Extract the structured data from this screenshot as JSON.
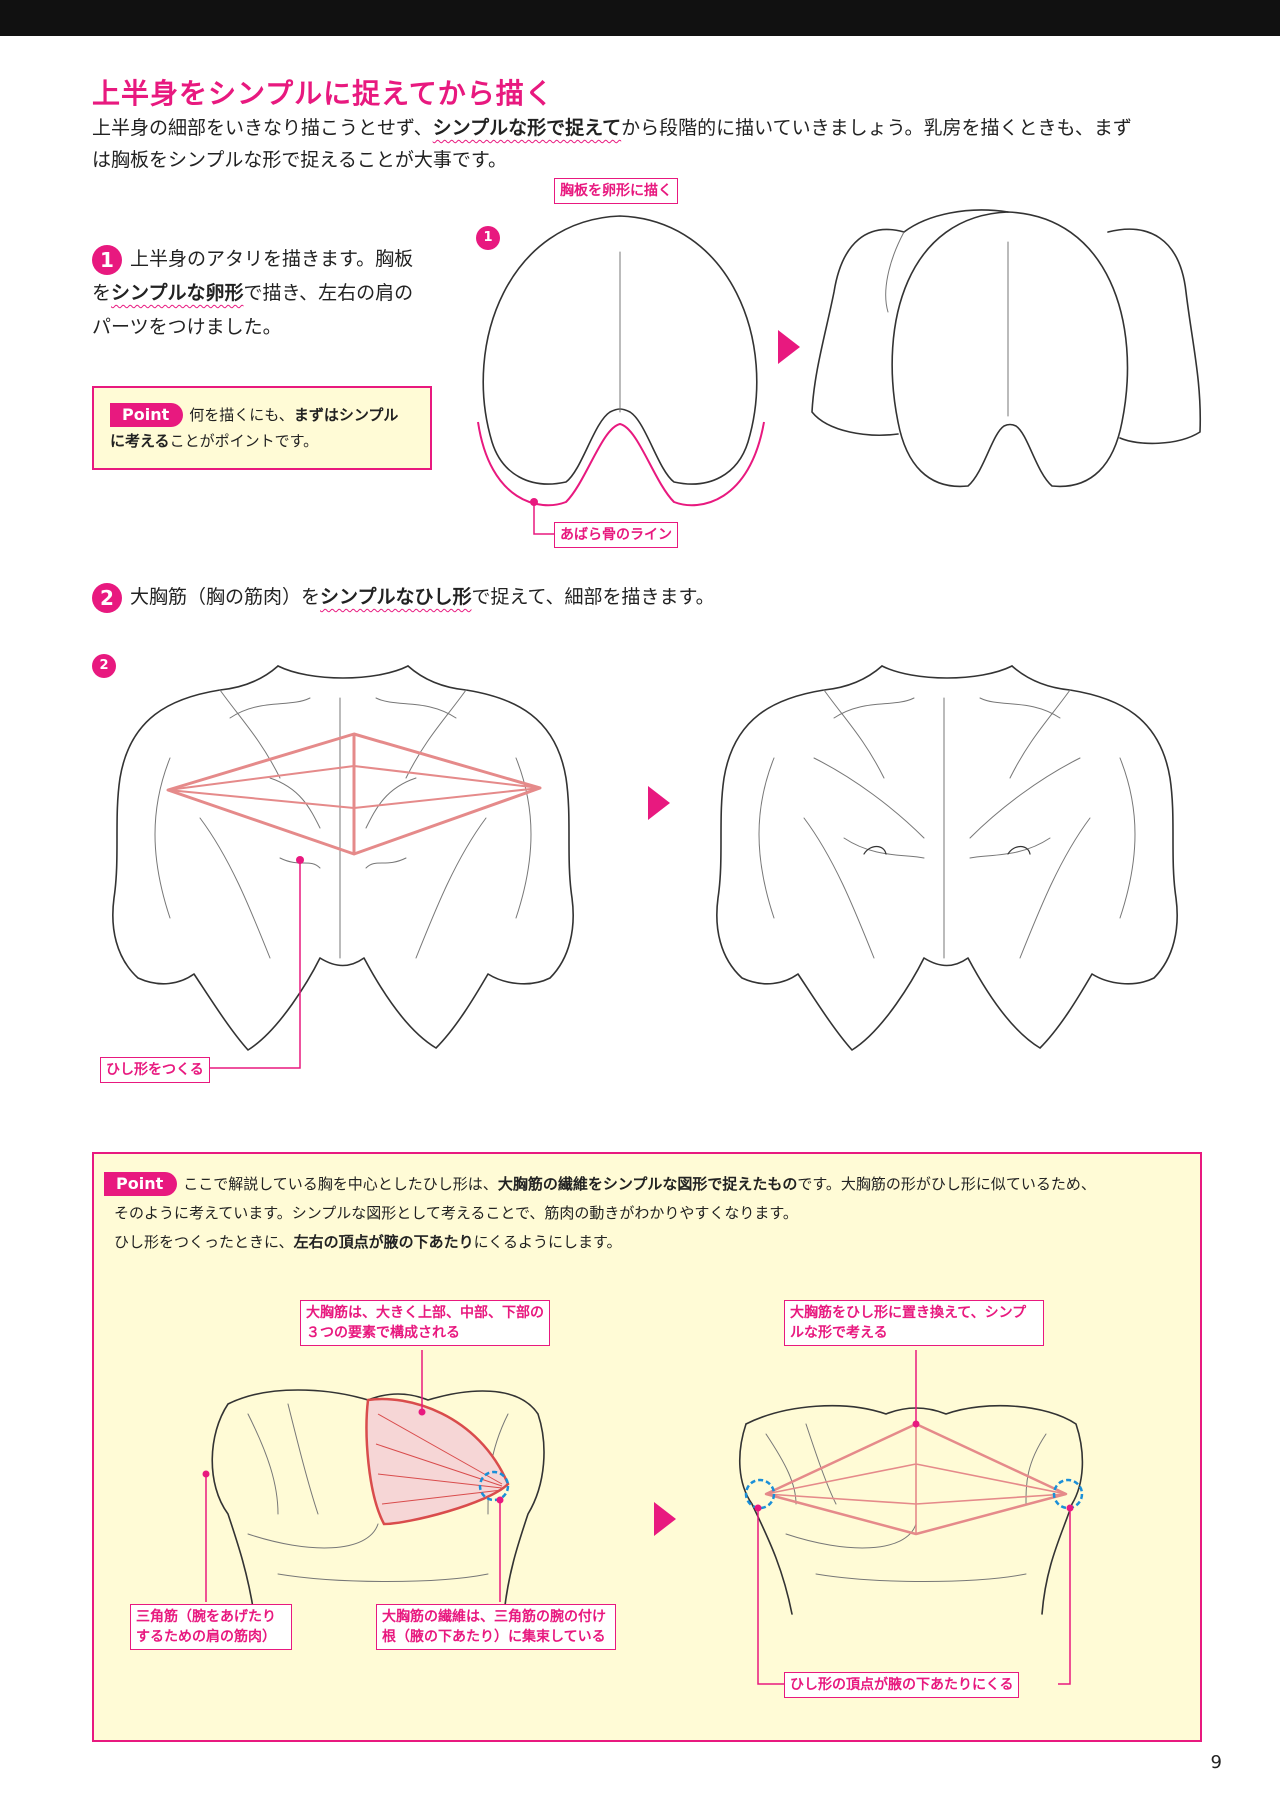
{
  "title": "上半身をシンプルに捉えてから描く",
  "intro": {
    "p1": "上半身の細部をいきなり描こうとせず、",
    "p1_bold": "シンプルな形で捉えて",
    "p1_rest": "から段階的に描いていきましょう。乳房を描くときも、まず",
    "p2": "は胸板をシンプルな形で捉えることが大事です。"
  },
  "step1": {
    "number": "1",
    "a": "上半身のアタリを描きます。胸板",
    "b": "を",
    "b_bold": "シンプルな卵形",
    "b_rest": "で描き、左右の肩の",
    "c": "パーツをつけました。"
  },
  "point1": {
    "tag": "Point",
    "a": "何を描くにも、",
    "a_bold": "まずはシンプル",
    "b_bold": "に考える",
    "b_rest": "ことがポイントです。"
  },
  "labels": {
    "egg": "胸板を卵形に描く",
    "rib": "あばら骨のライン",
    "diamond": "ひし形をつくる",
    "pec_parts": "大胸筋は、大きく上部、中部、下部の３つの要素で構成される",
    "replace": "大胸筋をひし形に置き換えて、シンプルな形で考える",
    "deltoid": "三角筋（腕をあげたりするための肩の筋肉）",
    "fibers": "大胸筋の繊維は、三角筋の腕の付け根（腋の下あたり）に集束している",
    "vertex": "ひし形の頂点が腋の下あたりにくる"
  },
  "badges": {
    "fig1": "1",
    "fig2": "2"
  },
  "step2": {
    "number": "2",
    "a": "大胸筋（胸の筋肉）を",
    "a_bold": "シンプルなひし形",
    "a_rest": "で捉えて、細部を描きます。"
  },
  "point2": {
    "tag": "Point",
    "a": "ここで解説している胸を中心としたひし形は、",
    "a_bold": "大胸筋の繊維をシンプルな図形で捉えたもの",
    "a_rest": "です。大胸筋の形がひし形に似ているため、",
    "b": "そのように考えています。シンプルな図形として考えることで、筋肉の動きがわかりやすくなります。",
    "c": "ひし形をつくったときに、",
    "c_bold": "左右の頂点が腋の下あたり",
    "c_rest": "にくるようにします。"
  },
  "colors": {
    "accent": "#e8197f",
    "box_bg": "#fffbd6",
    "diamond": "#e58a8a"
  },
  "page_number": "9"
}
